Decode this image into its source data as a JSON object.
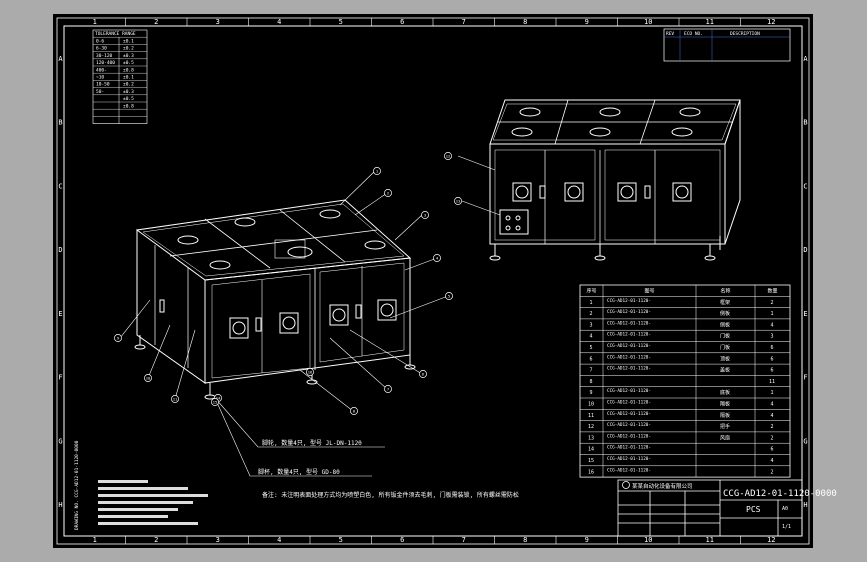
{
  "colors": {
    "viewport": "#ababab",
    "sheet": "#000000",
    "line": "#ffffff",
    "accent": "#4a6fd0"
  },
  "border_ticks": {
    "columns": [
      "1",
      "2",
      "3",
      "4",
      "5",
      "6",
      "7",
      "8",
      "9",
      "10",
      "11",
      "12"
    ],
    "rows": [
      "A",
      "B",
      "C",
      "D",
      "E",
      "F",
      "G",
      "H"
    ]
  },
  "tolerance_table": {
    "header": "TOLERANCE  RANGE",
    "rows": [
      [
        "0-6",
        "±0.1"
      ],
      [
        "6-30",
        "±0.2"
      ],
      [
        "30-120",
        "±0.3"
      ],
      [
        "120-400",
        "±0.5"
      ],
      [
        "400-",
        "±0.8"
      ],
      [
        "~10",
        "±0.1"
      ],
      [
        "10-50",
        "±0.2"
      ],
      [
        "50-",
        "±0.3"
      ],
      [
        "",
        "±0.5"
      ],
      [
        "",
        "±0.8"
      ],
      [
        "",
        ""
      ],
      [
        "",
        ""
      ]
    ]
  },
  "revision_table": {
    "headers": [
      "REV",
      "ECO NO.",
      "DESCRIPTION"
    ]
  },
  "side_text": "DRAWING NO. CCG-AD12-01-1120-0000",
  "notes": {
    "main": "备注: 未注明表面处理方式均为喷塑白色, 所有钣金件须去毛刺, 门板需装锁, 所有螺丝需防松",
    "callout_a": "脚轮, 数量4只, 型号 JL-DN-1120",
    "callout_b": "脚杯, 数量4只, 型号 GD-80"
  },
  "balloons": [
    "1",
    "2",
    "3",
    "4",
    "5",
    "6",
    "7",
    "8",
    "9",
    "10",
    "11",
    "12",
    "13",
    "14",
    "15",
    "16"
  ],
  "bom": {
    "headers": [
      "序号",
      "图号",
      "名称",
      "数量"
    ],
    "rows": [
      {
        "no": "1",
        "part": "CCG-AD12-01-1120-",
        "name": "框架",
        "qty": "2"
      },
      {
        "no": "2",
        "part": "CCG-AD12-01-1120-",
        "name": "侧板",
        "qty": "1"
      },
      {
        "no": "3",
        "part": "CCG-AD12-01-1120-",
        "name": "侧板",
        "qty": "4"
      },
      {
        "no": "4",
        "part": "CCG-AD12-01-1120-",
        "name": "门板",
        "qty": "3"
      },
      {
        "no": "5",
        "part": "CCG-AD12-01-1120-",
        "name": "门板",
        "qty": "6"
      },
      {
        "no": "6",
        "part": "CCG-AD12-01-1120-",
        "name": "顶板",
        "qty": "6"
      },
      {
        "no": "7",
        "part": "CCG-AD12-01-1120-",
        "name": "盖板",
        "qty": "6"
      },
      {
        "no": "8",
        "part": "",
        "name": "",
        "qty": "11"
      },
      {
        "no": "9",
        "part": "CCG-AD12-01-1120-",
        "name": "底板",
        "qty": "1"
      },
      {
        "no": "10",
        "part": "CCG-AD12-01-1120-",
        "name": "隔板",
        "qty": "4"
      },
      {
        "no": "11",
        "part": "CCG-AD12-01-1120-",
        "name": "隔板",
        "qty": "4"
      },
      {
        "no": "12",
        "part": "CCG-AD12-01-1120-",
        "name": "把手",
        "qty": "2"
      },
      {
        "no": "13",
        "part": "CCG-AD12-01-1120-",
        "name": "风扇",
        "qty": "2"
      },
      {
        "no": "14",
        "part": "CCG-AD12-01-1120-",
        "name": "",
        "qty": "6"
      },
      {
        "no": "15",
        "part": "CCG-AD12-01-1120-",
        "name": "",
        "qty": "4"
      },
      {
        "no": "16",
        "part": "CCG-AD12-01-1120-",
        "name": "",
        "qty": "2"
      }
    ]
  },
  "title_block": {
    "company": "某某自动化设备有限公司",
    "drawing_no": "CCG-AD12-01-1120-0000",
    "unit": "PCS",
    "sheet": "1/1",
    "rev": "A0"
  }
}
